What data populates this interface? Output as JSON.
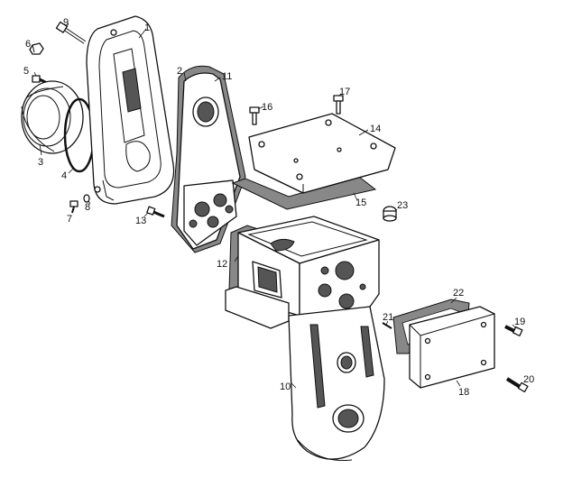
{
  "callouts": {
    "c1": "1",
    "c2": "2",
    "c3": "3",
    "c4": "4",
    "c5": "5",
    "c6": "6",
    "c7": "7",
    "c8": "8",
    "c9": "9",
    "c10": "10",
    "c11": "11",
    "c12": "12",
    "c13": "13",
    "c14": "14",
    "c15": "15",
    "c16": "16",
    "c17": "17",
    "c18": "18",
    "c19": "19",
    "c20": "20",
    "c21": "21",
    "c22": "22",
    "c23": "23"
  },
  "colors": {
    "line": "#111111",
    "shade": "#555555",
    "gasket": "#888888",
    "background": "#ffffff"
  }
}
